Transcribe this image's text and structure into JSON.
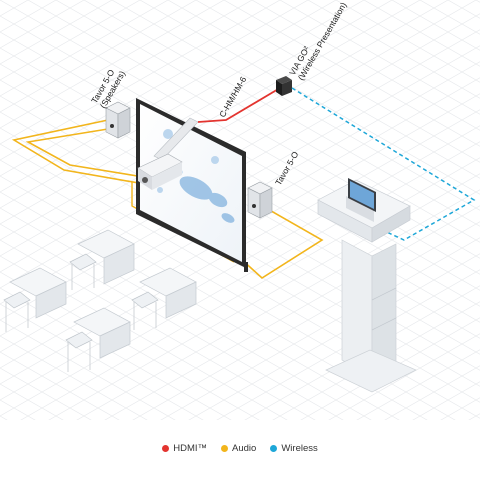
{
  "labels": {
    "speakers_top": [
      "Tavor 5-O",
      "(Speakers)"
    ],
    "cable": "C-HM/HM-6",
    "via_go": [
      "VIA GO²",
      "(Wireless Presentation)"
    ],
    "speaker_right": "Tavor 5-O"
  },
  "legend": [
    {
      "label": "HDMI™",
      "color": "#e3342f"
    },
    {
      "label": "Audio",
      "color": "#f2b51c"
    },
    {
      "label": "Wireless",
      "color": "#1ea7d8"
    }
  ],
  "colors": {
    "hdmi": "#e3342f",
    "audio": "#f2b51c",
    "wireless": "#1ea7d8",
    "device": "#2a2a2a",
    "furniture": "#eef1f4"
  }
}
